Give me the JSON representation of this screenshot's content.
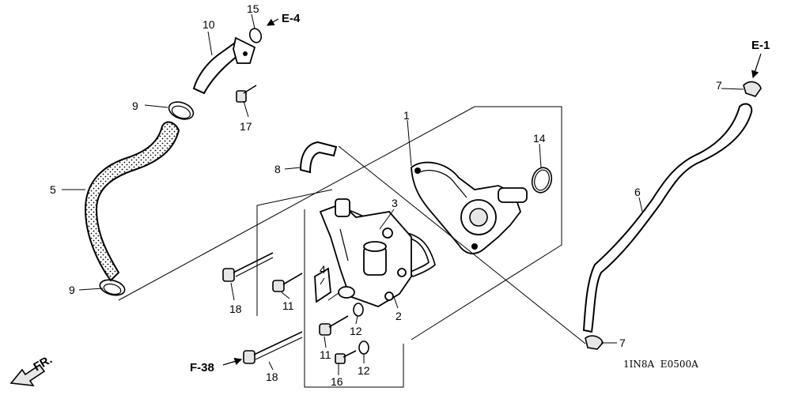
{
  "callouts": {
    "p1": "1",
    "p2": "2",
    "p3": "3",
    "p4": "4",
    "p5": "5",
    "p6": "6",
    "p7a": "7",
    "p7b": "7",
    "p8": "8",
    "p9a": "9",
    "p9b": "9",
    "p10": "10",
    "p11a": "11",
    "p11b": "11",
    "p12a": "12",
    "p12b": "12",
    "p14": "14",
    "p15": "15",
    "p16": "16",
    "p17": "17",
    "p18a": "18",
    "p18b": "18"
  },
  "refs": {
    "e4": "E-4",
    "e1": "E-1",
    "f38": "F-38"
  },
  "front_arrow": {
    "label": "FR."
  },
  "diagram_code": "1IN8A  E0500A"
}
